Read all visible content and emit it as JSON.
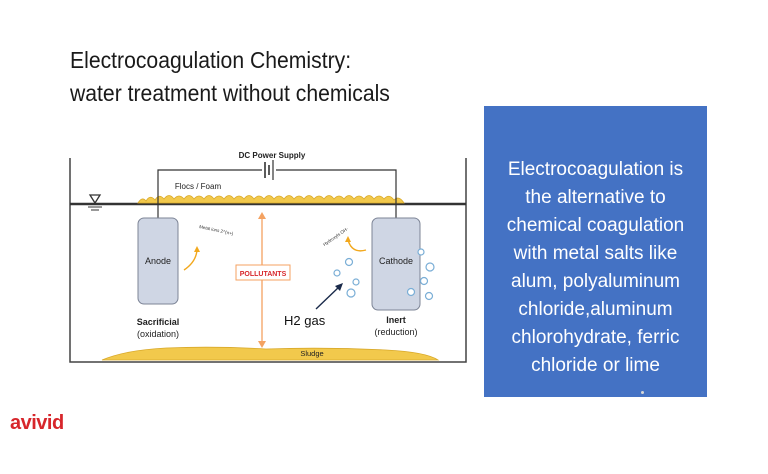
{
  "slide": {
    "title_line1": "Electrocoagulation Chemistry:",
    "title_line2": "water treatment without chemicals"
  },
  "diagram": {
    "power_supply": "DC Power Supply",
    "flocs": "Flocs / Foam",
    "anode": "Anode",
    "cathode": "Cathode",
    "pollutants": "POLLUTANTS",
    "metal_ions": "Metal ions Z^(n+)",
    "hydroxyls": "Hydroxyls OH-",
    "sacrificial": "Sacrificial",
    "oxidation": "(oxidation)",
    "inert": "Inert",
    "reduction": "(reduction)",
    "sludge": "Sludge",
    "h2_gas": "H2 gas"
  },
  "sidebar_box": {
    "lines": [
      "Electrocoagulation is",
      "the alternative to",
      "chemical coagulation",
      "with metal salts like",
      "alum, polyaluminum",
      "chloride,aluminum",
      "chlorohydrate, ferric",
      "chloride or lime"
    ]
  },
  "logo": {
    "text": "avivid"
  },
  "colors": {
    "accent_blue": "#4472c4",
    "logo_red": "#d7262b",
    "foam_yellow": "#f2c94c",
    "arrow_orange": "#f4a261",
    "electrode_fill": "#cfd6e4"
  }
}
